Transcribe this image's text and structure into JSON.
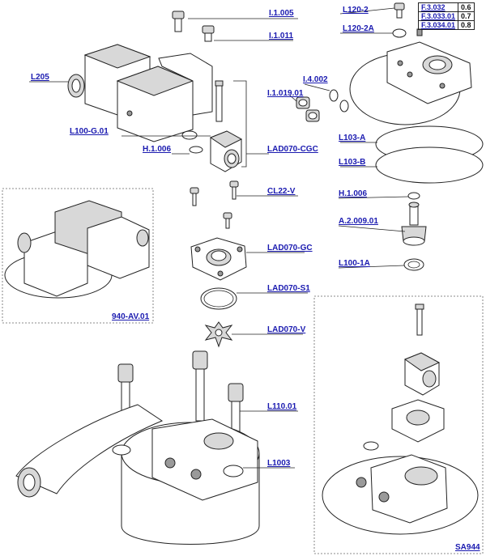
{
  "labels": {
    "l_1_005": "I.1.005",
    "l_1_011": "I.1.011",
    "l205": "L205",
    "l_1_019_01": "I.1.019.01",
    "l_4_002": "I.4.002",
    "l100_g_01": "L100-G.01",
    "h_1_006_a": "H.1.006",
    "lad070_cgc": "LAD070-CGC",
    "cl22_v": "CL22-V",
    "lad070_gc": "LAD070-GC",
    "lad070_s1": "LAD070-S1",
    "lad070_v": "LAD070-V",
    "l110_01": "L110.01",
    "l1003": "L1003",
    "l120_2": "L120-2",
    "l120_2a": "L120-2A",
    "l103_a": "L103-A",
    "l103_b": "L103-B",
    "h_1_006_b": "H.1.006",
    "a_2_009_01": "A.2.009.01",
    "l100_1a": "L100-1A",
    "av_940": "940-AV.01",
    "sa944": "SA944"
  },
  "table": [
    {
      "code": "F.3.032",
      "value": "0.6"
    },
    {
      "code": "F.3.033.01",
      "value": "0.7"
    },
    {
      "code": "F.3.034.01",
      "value": "0.8"
    }
  ]
}
